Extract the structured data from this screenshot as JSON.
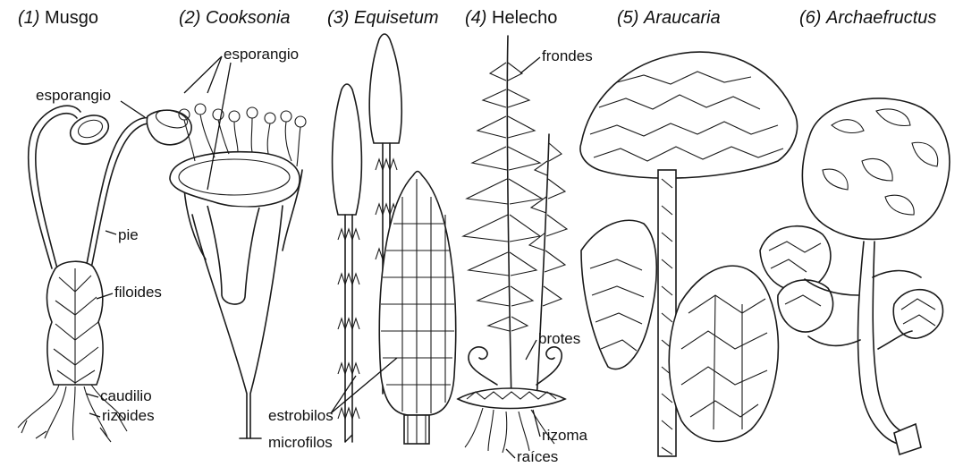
{
  "panels": [
    {
      "number": "(1)",
      "name": "Musgo",
      "italic": false
    },
    {
      "number": "(2)",
      "name": "Cooksonia",
      "italic": true
    },
    {
      "number": "(3)",
      "name": "Equisetum",
      "italic": true
    },
    {
      "number": "(4)",
      "name": "Helecho",
      "italic": false
    },
    {
      "number": "(5)",
      "name": "Araucaria",
      "italic": true
    },
    {
      "number": "(6)",
      "name": "Archaefructus",
      "italic": true
    }
  ],
  "labels": {
    "moss_sporangium": "esporangio",
    "cooksonia_sporangium": "esporangio",
    "seta": "pie",
    "phylloids": "filoides",
    "caulidium": "caudilio",
    "rhizoids": "rizoides",
    "strobili": "estrobilos",
    "microphylls": "microfilos",
    "fronds": "frondes",
    "buds": "brotes",
    "rhizome": "rizoma",
    "roots": "raíces"
  }
}
